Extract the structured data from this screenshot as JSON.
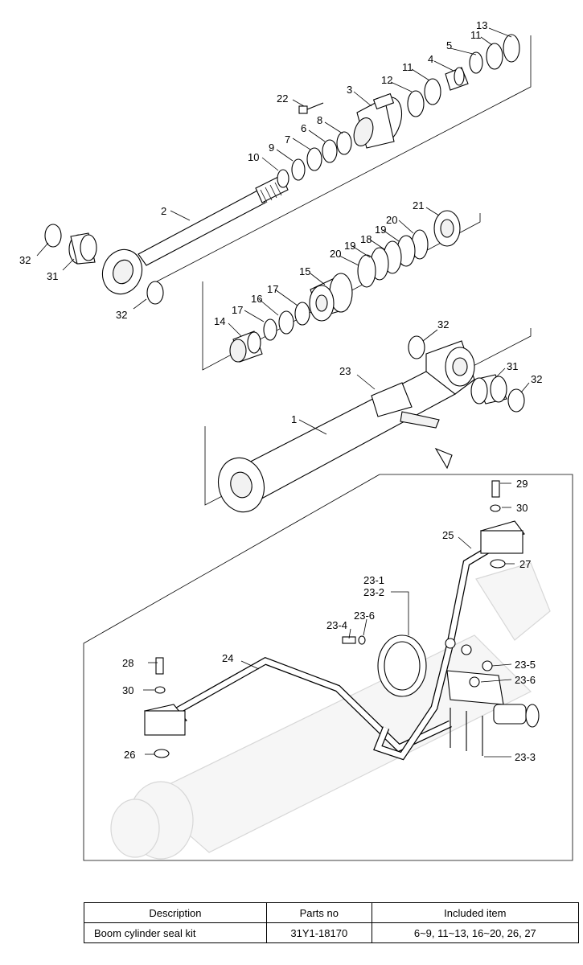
{
  "callouts": {
    "c1": "1",
    "c2": "2",
    "c3": "3",
    "c4": "4",
    "c5": "5",
    "c6": "6",
    "c7": "7",
    "c8": "8",
    "c9": "9",
    "c10": "10",
    "c11a": "11",
    "c11b": "11",
    "c12": "12",
    "c13": "13",
    "c14": "14",
    "c15": "15",
    "c16": "16",
    "c17a": "17",
    "c17b": "17",
    "c18": "18",
    "c19a": "19",
    "c19b": "19",
    "c20a": "20",
    "c20b": "20",
    "c21": "21",
    "c22": "22",
    "c23": "23",
    "c24": "24",
    "c25": "25",
    "c26": "26",
    "c27": "27",
    "c28": "28",
    "c29": "29",
    "c30a": "30",
    "c30b": "30",
    "c31a": "31",
    "c31b": "31",
    "c32a": "32",
    "c32b": "32",
    "c32c": "32",
    "c32d": "32",
    "c23_1": "23-1",
    "c23_2": "23-2",
    "c23_3": "23-3",
    "c23_4": "23-4",
    "c23_5": "23-5",
    "c23_6a": "23-6",
    "c23_6b": "23-6"
  },
  "table": {
    "headers": {
      "description": "Description",
      "parts_no": "Parts no",
      "included": "Included item"
    },
    "row": {
      "description": "Boom cylinder seal kit",
      "parts_no": "31Y1-18170",
      "included": "6~9, 11~13, 16~20, 26, 27"
    }
  }
}
